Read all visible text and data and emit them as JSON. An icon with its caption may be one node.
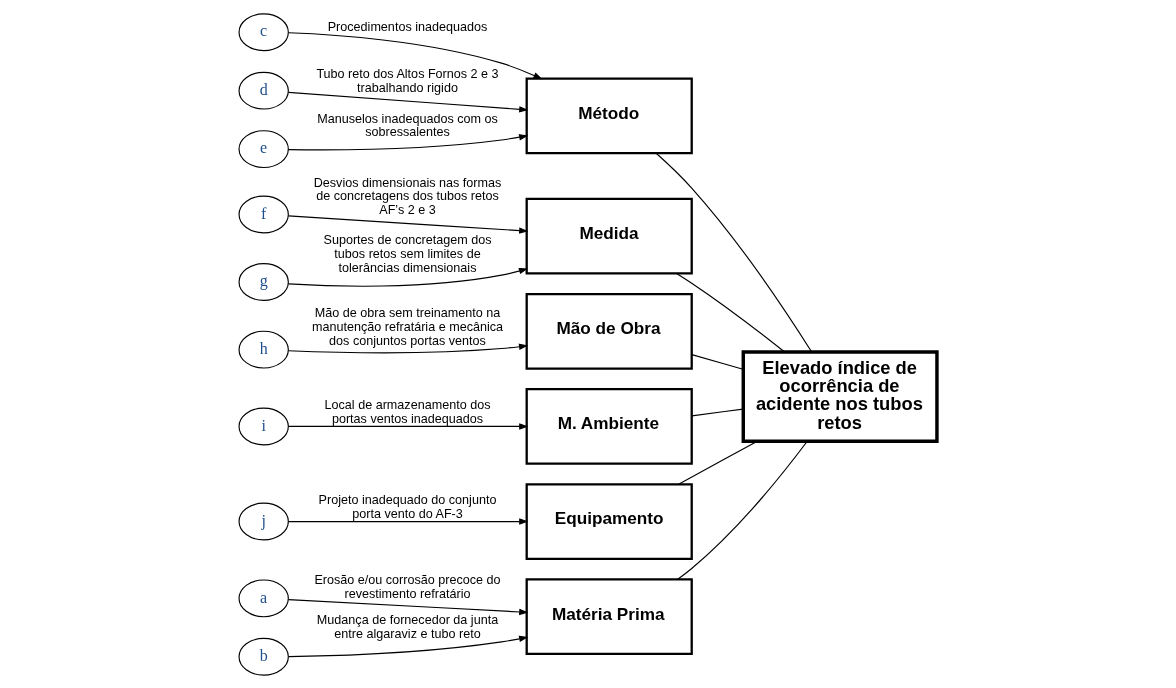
{
  "diagram": {
    "nodes": [
      {
        "text": [
          "Matéria Prima"
        ]
      },
      {
        "text": [
          "Método"
        ]
      },
      {
        "text": [
          "Medida"
        ]
      },
      {
        "text": [
          "Elevado índice de ocorrência de acidente nos tubos retos"
        ]
      },
      {
        "text": [
          "a"
        ]
      },
      {
        "text": [
          "b"
        ]
      },
      {
        "text": [
          "c"
        ]
      },
      {
        "text": [
          "d"
        ]
      },
      {
        "text": [
          "e"
        ]
      },
      {
        "text": [
          "f"
        ]
      },
      {
        "text": [
          "g"
        ]
      },
      {
        "text": [
          "h"
        ]
      },
      {
        "text": [
          "i"
        ]
      },
      {
        "text": [
          "j"
        ]
      },
      {
        "text": [
          "Mão de Obra"
        ]
      },
      {
        "text": [
          "M. Ambiente"
        ]
      },
      {
        "text": [
          "Equipamento"
        ]
      }
    ],
    "edges": [
      {
        "from": 4,
        "to": 0,
        "arrow": "to",
        "label": "Erosão e/ou corrosão precoce do revestimento refratário"
      },
      {
        "from": 5,
        "to": 0,
        "arrow": "to",
        "label": "Mudança de fornecedor da junta entre algaraviz e tubo reto"
      },
      {
        "from": 6,
        "to": 1,
        "arrow": "to",
        "label": "Procedimentos inadequados"
      },
      {
        "from": 7,
        "to": 1,
        "arrow": "to",
        "label": "Tubo reto dos Altos Fornos 2 e 3 trabalhando rigido"
      },
      {
        "from": 8,
        "to": 1,
        "arrow": "to",
        "label": "Manuselos inadequados com os sobressalentes"
      },
      {
        "from": 9,
        "to": 2,
        "arrow": "to",
        "label": "Desvios dimensionais nas formas de concretagens dos tubos retos AF’s 2 e 3"
      },
      {
        "from": 10,
        "to": 2,
        "arrow": "to",
        "label": "Suportes de concretagem dos tubos retos sem limites de tolerâncias dimensionais"
      },
      {
        "from": 11,
        "to": 14,
        "arrow": "to",
        "label": "Mão de obra sem treinamento na manutenção refratária e mecânica dos conjuntos portas ventos"
      },
      {
        "from": 12,
        "to": 15,
        "arrow": "to",
        "label": "Local de armazenamento dos portas ventos inadequados"
      },
      {
        "from": 13,
        "to": 16,
        "arrow": "to",
        "label": "Projeto inadequado do conjunto porta vento do AF-3"
      },
      {
        "from": 0,
        "to": 3,
        "arrow": "none"
      },
      {
        "from": 1,
        "to": 3,
        "arrow": "none"
      },
      {
        "from": 2,
        "to": 3,
        "arrow": "none"
      },
      {
        "from": 14,
        "to": 3,
        "arrow": "none"
      },
      {
        "from": 15,
        "to": 3,
        "arrow": "none"
      },
      {
        "from": 16,
        "to": 3,
        "arrow": "none"
      }
    ]
  }
}
